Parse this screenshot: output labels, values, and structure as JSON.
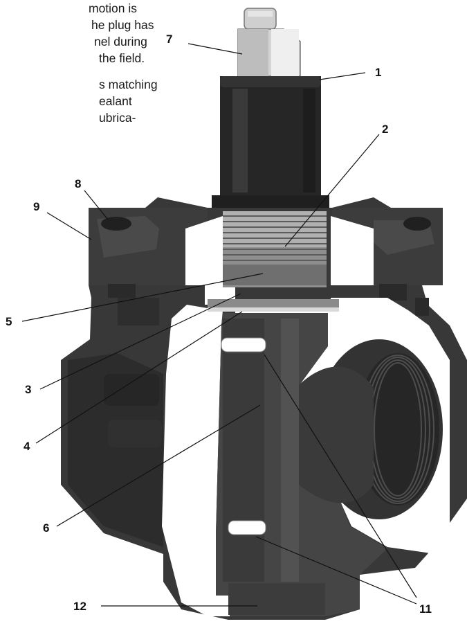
{
  "text_fragments": [
    "motion is",
    "he plug has",
    "nel during",
    "the field.",
    "s matching",
    "ealant",
    "ubrica-"
  ],
  "callouts": [
    "7",
    "1",
    "2",
    "8",
    "9",
    "5",
    "3",
    "4",
    "6",
    "11",
    "12"
  ],
  "colors": {
    "body_iron": "#3a3a3a",
    "body_dark": "#262626",
    "cutaway": "#ffffff",
    "plug": "#454545",
    "fitting_metal": "#cfcfcf"
  }
}
